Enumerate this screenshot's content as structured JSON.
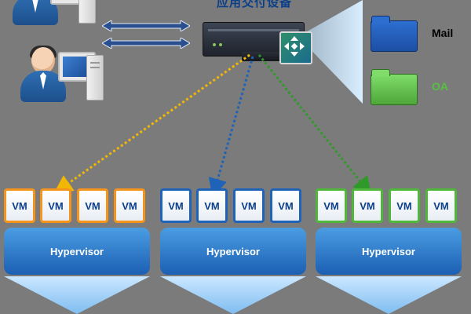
{
  "header": {
    "title": "应用交付设备"
  },
  "apps": [
    {
      "label": "Mail",
      "color": "#1c4fa5"
    },
    {
      "label": "OA",
      "color": "#4ea639"
    }
  ],
  "vm_groups": [
    {
      "color": "#f4941c",
      "vms": [
        "VM",
        "VM",
        "VM",
        "VM"
      ],
      "hypervisor": "Hypervisor"
    },
    {
      "color": "#1f63b8",
      "vms": [
        "VM",
        "VM",
        "VM",
        "VM"
      ],
      "hypervisor": "Hypervisor"
    },
    {
      "color": "#4fb83a",
      "vms": [
        "VM",
        "VM",
        "VM",
        "VM"
      ],
      "hypervisor": "Hypervisor"
    }
  ],
  "icons": [
    "user-icon",
    "desktop-computer-icon",
    "double-arrow-icon",
    "server-appliance-icon",
    "load-balancer-icon",
    "folder-icon"
  ]
}
